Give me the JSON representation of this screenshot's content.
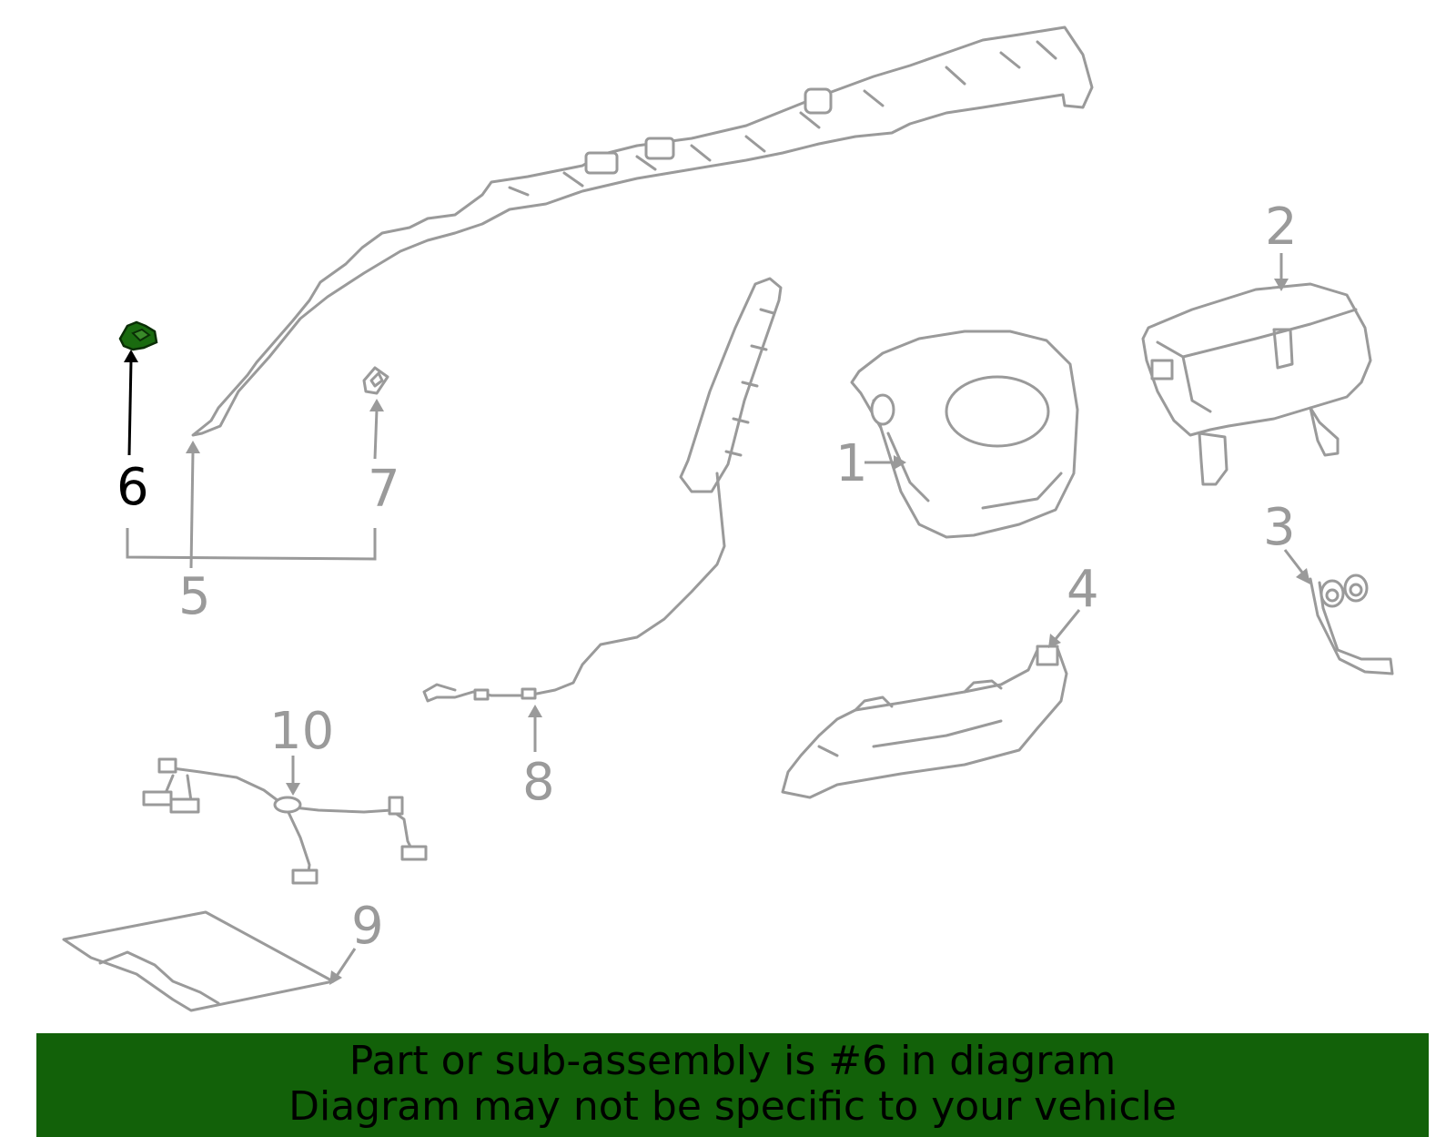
{
  "callouts": [
    "1",
    "2",
    "3",
    "4",
    "5",
    "6",
    "7",
    "8",
    "9",
    "10"
  ],
  "highlighted_part": "6",
  "colors": {
    "banner": "#126109",
    "highlight_part": "#1a6b10",
    "line": "#9a9a9a",
    "selected_label": "#000000"
  },
  "banner": {
    "line1": "Part or sub-assembly is #6 in diagram",
    "line2": "Diagram may not be specific to your vehicle"
  }
}
